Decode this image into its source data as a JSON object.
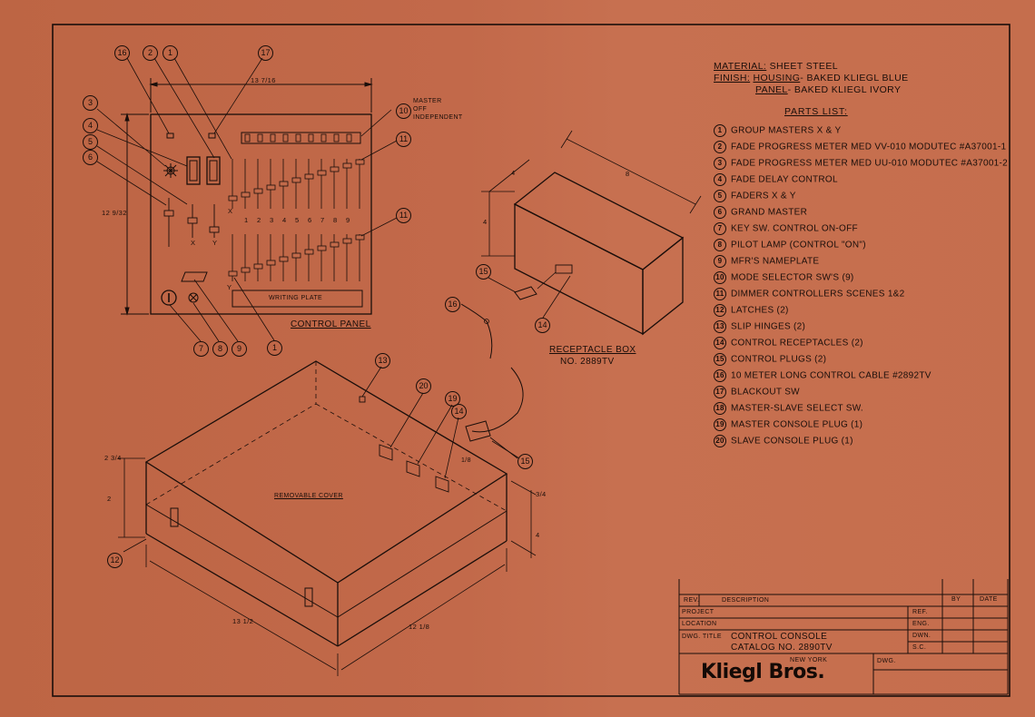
{
  "material": {
    "material_label": "MATERIAL:",
    "material_value": "SHEET STEEL",
    "finish_label": "FINISH:",
    "housing_label": "HOUSING",
    "housing_value": "- BAKED KLIEGL BLUE",
    "panel_label": "PANEL",
    "panel_value": "- BAKED KLIEGL IVORY"
  },
  "parts_list": {
    "title": "PARTS LIST:",
    "items": [
      {
        "num": "1",
        "text": "GROUP MASTERS X & Y"
      },
      {
        "num": "2",
        "text": "FADE PROGRESS METER MED VV-010 MODUTEC #A37001-1"
      },
      {
        "num": "3",
        "text": "FADE PROGRESS METER MED UU-010 MODUTEC #A37001-2"
      },
      {
        "num": "4",
        "text": "FADE DELAY CONTROL"
      },
      {
        "num": "5",
        "text": "FADERS X & Y"
      },
      {
        "num": "6",
        "text": "GRAND MASTER"
      },
      {
        "num": "7",
        "text": "KEY SW. CONTROL ON-OFF"
      },
      {
        "num": "8",
        "text": "PILOT LAMP (CONTROL \"ON\")"
      },
      {
        "num": "9",
        "text": "MFR'S NAMEPLATE"
      },
      {
        "num": "10",
        "text": "MODE SELECTOR SW'S (9)"
      },
      {
        "num": "11",
        "text": "DIMMER CONTROLLERS SCENES 1&2"
      },
      {
        "num": "12",
        "text": "LATCHES (2)"
      },
      {
        "num": "13",
        "text": "SLIP HINGES (2)"
      },
      {
        "num": "14",
        "text": "CONTROL RECEPTACLES (2)"
      },
      {
        "num": "15",
        "text": "CONTROL PLUGS (2)"
      },
      {
        "num": "16",
        "text": "10 METER LONG CONTROL CABLE #2892TV"
      },
      {
        "num": "17",
        "text": "BLACKOUT SW"
      },
      {
        "num": "18",
        "text": "MASTER-SLAVE SELECT SW."
      },
      {
        "num": "19",
        "text": "MASTER CONSOLE PLUG (1)"
      },
      {
        "num": "20",
        "text": "SLAVE CONSOLE PLUG (1)"
      }
    ]
  },
  "control_panel": {
    "title": "CONTROL PANEL",
    "writing_plate": "WRITING PLATE",
    "master_label_1": "MASTER",
    "master_label_2": "OFF",
    "master_label_3": "INDEPENDENT",
    "fader_numbers": [
      "1",
      "2",
      "3",
      "4",
      "5",
      "6",
      "7",
      "8",
      "9"
    ],
    "x_label": "X",
    "y_label": "Y",
    "dim_width": "13 7/16",
    "dim_height": "12 9/32"
  },
  "receptacle_box": {
    "title": "RECEPTACLE BOX",
    "catalog": "NO. 2889TV",
    "dim_a": "4",
    "dim_b": "4",
    "dim_c": "8"
  },
  "console": {
    "cover_label": "REMOVABLE COVER",
    "dim_width": "13 1/2",
    "dim_depth": "12 1/8",
    "dim_height": "2 3/4",
    "dim_small": "2",
    "dim_right": "3/4",
    "dim_right2": "4",
    "dim_top": "1/8"
  },
  "callouts": {
    "c1a": "1",
    "c1b": "1",
    "c2": "2",
    "c3": "3",
    "c4": "4",
    "c5": "5",
    "c6": "6",
    "c7": "7",
    "c8": "8",
    "c9": "9",
    "c10": "10",
    "c11a": "11",
    "c11b": "11",
    "c12": "12",
    "c13": "13",
    "c14a": "14",
    "c14b": "14",
    "c15a": "15",
    "c15b": "15",
    "c16a": "16",
    "c16b": "16",
    "c17": "17",
    "c19": "19",
    "c20": "20"
  },
  "title_block": {
    "rev": "REV.",
    "description": "DESCRIPTION",
    "by": "BY",
    "date": "DATE",
    "project": "PROJECT",
    "location": "LOCATION",
    "dwg_title_label": "DWG. TITLE",
    "dwg_title_1": "CONTROL CONSOLE",
    "dwg_title_2": "CATALOG NO. 2890TV",
    "ref": "REF.",
    "eng": "ENG.",
    "dwn": "DWN.",
    "sc": "S.C.",
    "dwg": "DWG.",
    "city": "NEW YORK",
    "company": "Kliegl Bros."
  },
  "colors": {
    "paper": "#c06846",
    "ink": "#1a0e0a"
  }
}
